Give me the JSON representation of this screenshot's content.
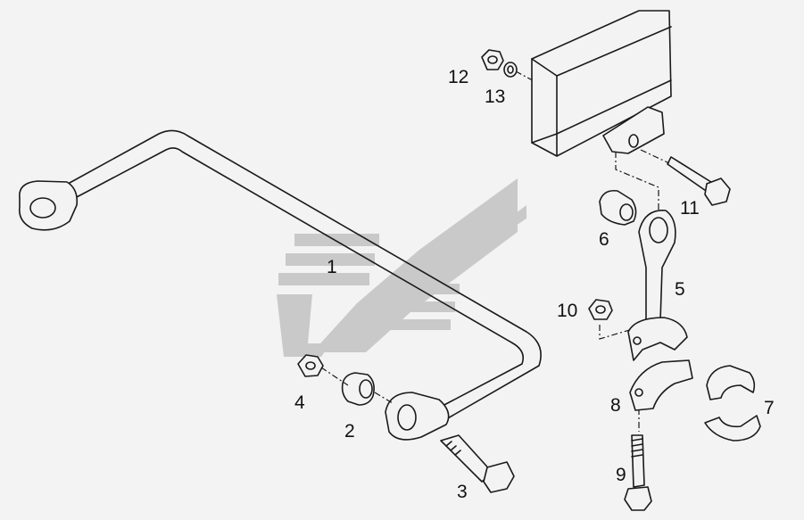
{
  "callouts": {
    "c1": "1",
    "c2": "2",
    "c3": "3",
    "c4": "4",
    "c5": "5",
    "c6": "6",
    "c7": "7",
    "c8": "8",
    "c9": "9",
    "c10": "10",
    "c11": "11",
    "c12": "12",
    "c13": "13"
  },
  "colors": {
    "background": "#f3f3f3",
    "line": "#1a1a1a",
    "watermark": "#c9c9c9"
  }
}
